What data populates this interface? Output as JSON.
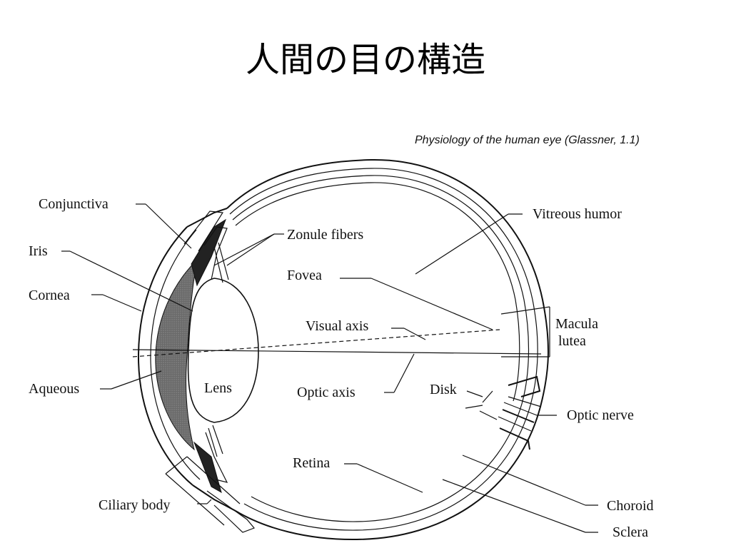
{
  "slide": {
    "title": "人間の目の構造",
    "caption": "Physiology of the human eye (Glassner, 1.1)"
  },
  "labels": {
    "conjunctiva": "Conjunctiva",
    "iris": "Iris",
    "cornea": "Cornea",
    "aqueous": "Aqueous",
    "lens": "Lens",
    "ciliary_body": "Ciliary body",
    "zonule_fibers": "Zonule fibers",
    "fovea": "Fovea",
    "visual_axis": "Visual axis",
    "optic_axis": "Optic axis",
    "retina": "Retina",
    "vitreous_humor": "Vitreous humor",
    "macula": "Macula",
    "lutea": "lutea",
    "disk": "Disk",
    "optic_nerve": "Optic nerve",
    "choroid": "Choroid",
    "sclera": "Sclera"
  },
  "colors": {
    "ink": "#111111",
    "iris_fill": "#555555",
    "aqueous_fill": "#6e6e6e"
  }
}
